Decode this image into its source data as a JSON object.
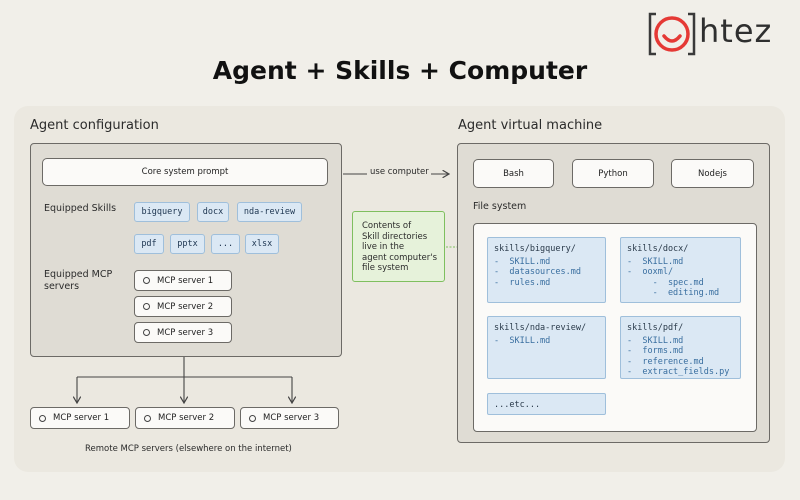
{
  "logo": {
    "text": "htez",
    "color": "#e53935"
  },
  "title": "Agent + Skills + Computer",
  "agent_config": {
    "label": "Agent configuration",
    "core_prompt": "Core system prompt",
    "equipped_skills_label": "Equipped Skills",
    "skills": [
      "bigquery",
      "docx",
      "nda-review",
      "pdf",
      "pptx",
      "...",
      "xlsx"
    ],
    "mcp_label_line1": "Equipped MCP",
    "mcp_label_line2": "servers",
    "mcp_servers": [
      "MCP server 1",
      "MCP server 2",
      "MCP server 3"
    ]
  },
  "use_computer_label": "use computer",
  "callout": [
    "Contents of",
    "Skill directories",
    "live in the",
    "agent computer's",
    "file system"
  ],
  "vm": {
    "label": "Agent virtual machine",
    "tools": [
      "Bash",
      "Python",
      "Nodejs"
    ],
    "file_system_label": "File system",
    "cards": [
      {
        "dir": "skills/bigquery/",
        "files": [
          "-  SKILL.md",
          "-  datasources.md",
          "-  rules.md"
        ]
      },
      {
        "dir": "skills/docx/",
        "files": [
          "-  SKILL.md",
          "-  ooxml/",
          "     -  spec.md",
          "     -  editing.md"
        ]
      },
      {
        "dir": "skills/nda-review/",
        "files": [
          "-  SKILL.md"
        ]
      },
      {
        "dir": "skills/pdf/",
        "files": [
          "-  SKILL.md",
          "-  forms.md",
          "-  reference.md",
          "-  extract_fields.py"
        ]
      }
    ],
    "etc": "...etc..."
  },
  "remote": {
    "servers": [
      "MCP server 1",
      "MCP server 2",
      "MCP server 3"
    ],
    "caption": "Remote MCP servers (elsewhere on the internet)"
  },
  "colors": {
    "background": "#f1efe9",
    "panel": "#ebe8e0",
    "grey_panel": "#dfdcd4",
    "chip_blue": "#dbe8f4",
    "callout_green": "#e6f2da",
    "callout_border": "#7fbf5f",
    "logo_red": "#e53935"
  }
}
